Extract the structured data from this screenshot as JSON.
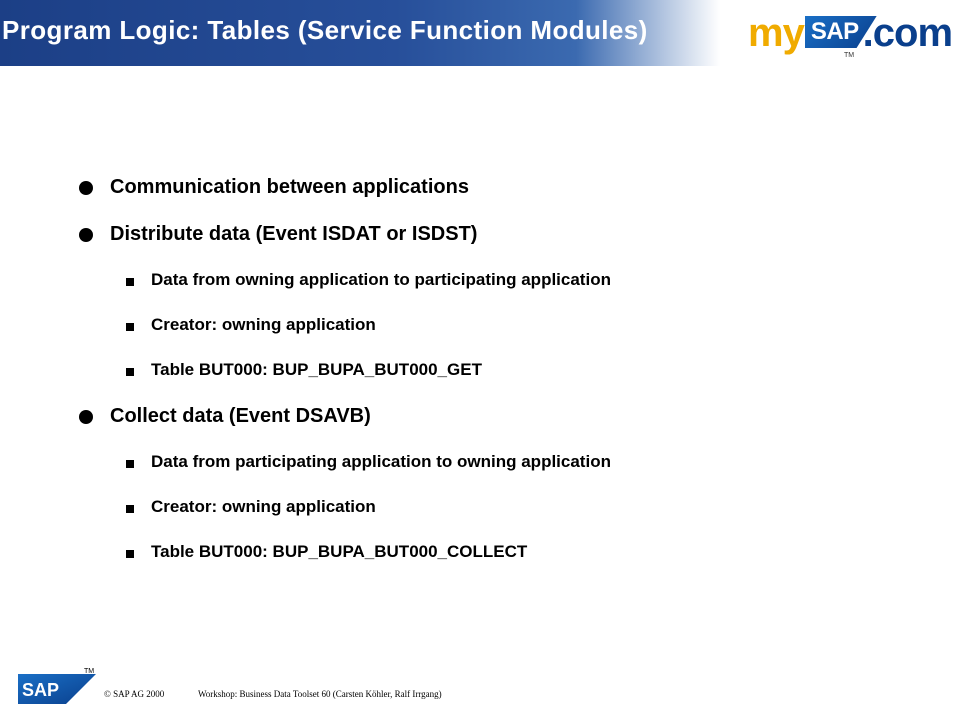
{
  "slide": {
    "title": "Program Logic: Tables (Service Function Modules)"
  },
  "logo": {
    "my": "my",
    "sap": "SAP",
    "com": ".com",
    "tm": "TM"
  },
  "bullets": [
    {
      "level": 1,
      "text": "Communication between applications"
    },
    {
      "level": 1,
      "text": "Distribute data (Event ISDAT or ISDST)"
    },
    {
      "level": 2,
      "text": "Data from owning application to participating application"
    },
    {
      "level": 2,
      "text": "Creator: owning application"
    },
    {
      "level": 2,
      "text": "Table BUT000: BUP_BUPA_BUT000_GET"
    },
    {
      "level": 1,
      "text": "Collect data (Event DSAVB)"
    },
    {
      "level": 2,
      "text": "Data from participating application to owning application"
    },
    {
      "level": 2,
      "text": "Creator: owning application"
    },
    {
      "level": 2,
      "text": "Table BUT000: BUP_BUPA_BUT000_COLLECT"
    }
  ],
  "footer": {
    "logo_text": "SAP",
    "tm": "TM",
    "copyright": " SAP AG 2000",
    "workshop": "Workshop: Business Data Toolset 60 (Carsten Köhler, Ralf Irrgang)"
  },
  "colors": {
    "title_bar": "#274f9a",
    "logo_my": "#f0ab00",
    "logo_blue": "#0a3f8c"
  }
}
